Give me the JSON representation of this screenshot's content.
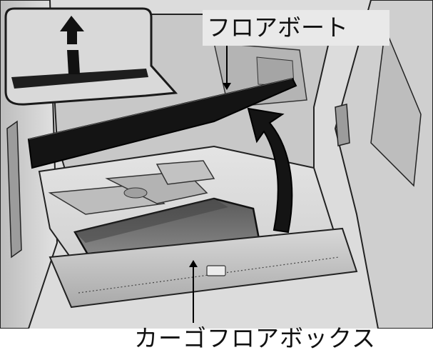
{
  "labels": {
    "floor_board": "フロアボート",
    "cargo_floor_box": "カーゴフロアボックス"
  },
  "colors": {
    "outline": "#1a1a1a",
    "body_light": "#d6d6d6",
    "body_mid": "#bdbdbd",
    "interior_dark": "#8c8c8c",
    "board_black": "#141414",
    "label_bg": "#e9e9e9"
  },
  "icons": {
    "lift_arrow": "up-curved-arrow",
    "inset_arrow": "up-arrow"
  }
}
